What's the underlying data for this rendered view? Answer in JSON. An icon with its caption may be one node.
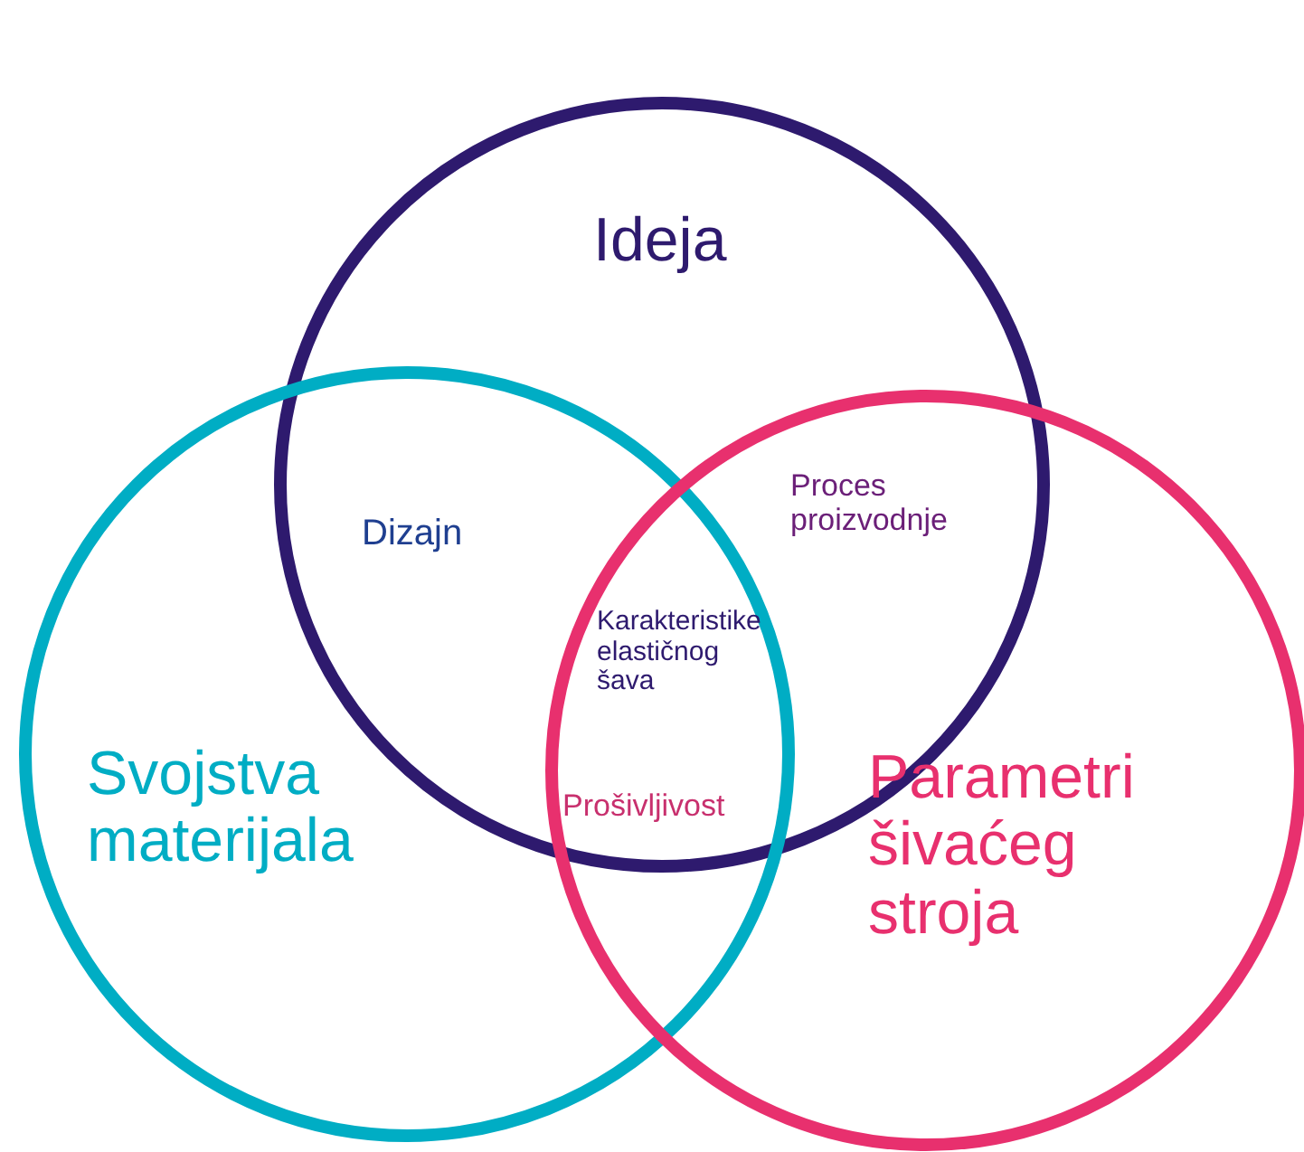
{
  "diagram": {
    "nodes": [
      {
        "text": [
          "Ideja"
        ]
      },
      {
        "text": [
          "Svojstva materijala"
        ]
      },
      {
        "text": [
          "Parametri šivaćeg stroja"
        ]
      }
    ],
    "labels": [
      "Dizajn",
      "Proces proizvodnje",
      "Karakteristike elastičnog šava",
      "Prošivljivost"
    ]
  }
}
